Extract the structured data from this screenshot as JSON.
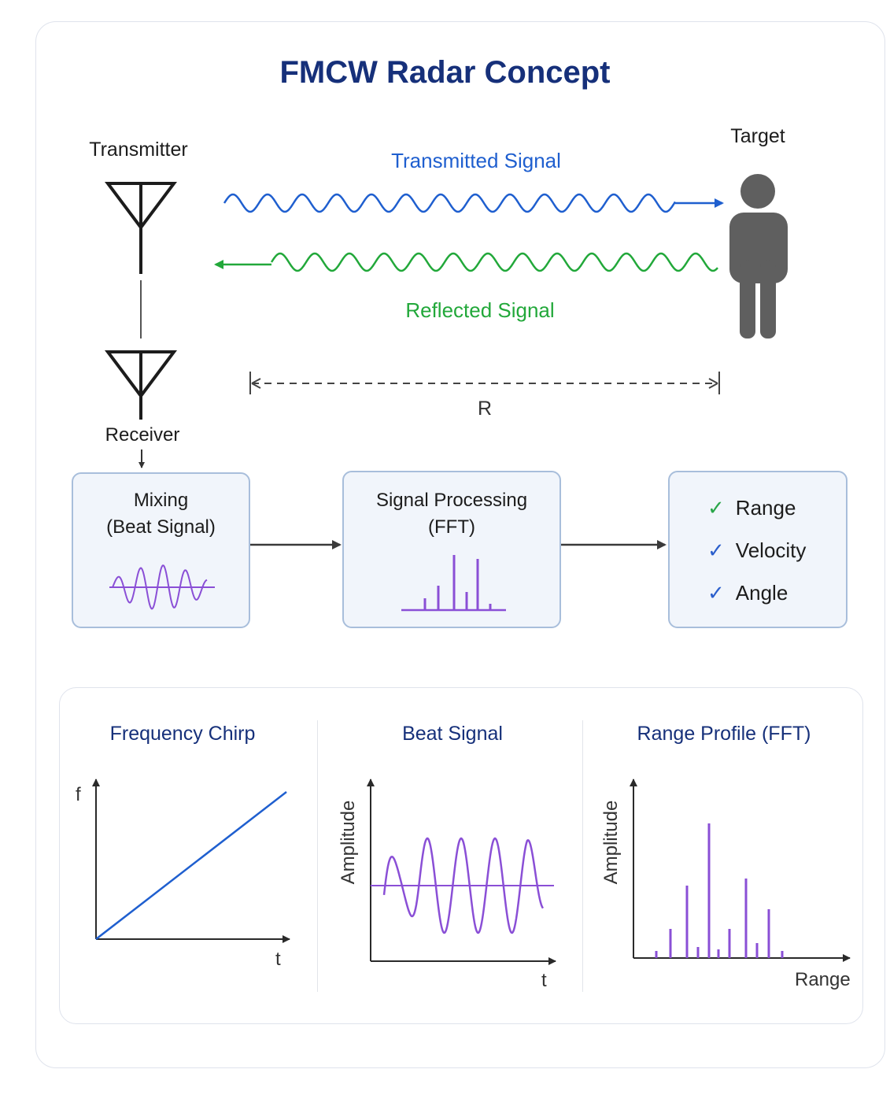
{
  "title": "FMCW Radar Concept",
  "labels": {
    "transmitter": "Transmitter",
    "target": "Target",
    "transmitted_signal": "Transmitted Signal",
    "reflected_signal": "Reflected Signal",
    "receiver": "Receiver",
    "range_marker": "R"
  },
  "blocks": {
    "mixing": {
      "line1": "Mixing",
      "line2": "(Beat Signal)"
    },
    "processing": {
      "line1": "Signal Processing",
      "line2": "(FFT)"
    },
    "outputs": [
      "Range",
      "Velocity",
      "Angle"
    ]
  },
  "check_glyph": "✓",
  "plots": [
    {
      "title": "Frequency Chirp",
      "ylabel": "f",
      "xlabel": "t"
    },
    {
      "title": "Beat Signal",
      "ylabel": "Amplitude",
      "xlabel": "t"
    },
    {
      "title": "Range Profile (FFT)",
      "ylabel": "Amplitude",
      "xlabel": "Range"
    }
  ],
  "colors": {
    "title": "#16307a",
    "transmitted": "#1f5fcf",
    "reflected": "#22a83a",
    "signal": "#8a4fd6",
    "box_fill": "#f1f5fb",
    "box_border": "#a8bedb",
    "target_figure": "#5f5f5f"
  }
}
